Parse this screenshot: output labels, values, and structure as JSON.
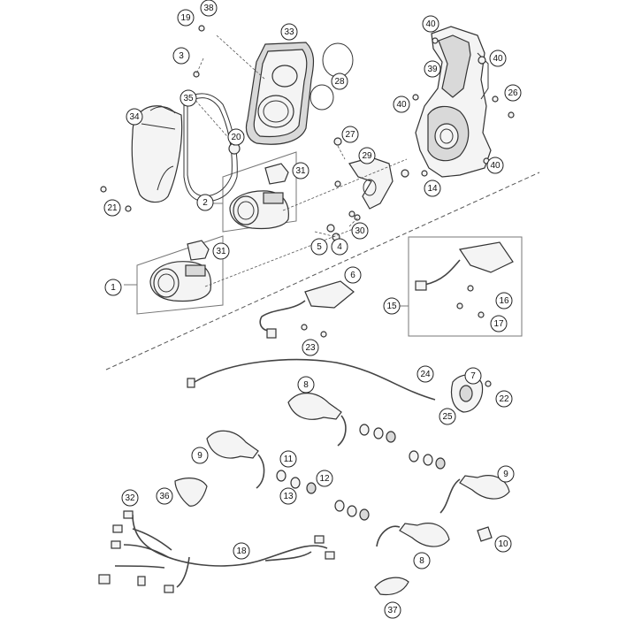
{
  "callouts": [
    {
      "id": "19",
      "label": "19"
    },
    {
      "id": "38",
      "label": "38"
    },
    {
      "id": "33",
      "label": "33"
    },
    {
      "id": "40a",
      "label": "40"
    },
    {
      "id": "3",
      "label": "3"
    },
    {
      "id": "39",
      "label": "39"
    },
    {
      "id": "40b",
      "label": "40"
    },
    {
      "id": "28",
      "label": "28"
    },
    {
      "id": "35",
      "label": "35"
    },
    {
      "id": "26",
      "label": "26"
    },
    {
      "id": "40c",
      "label": "40"
    },
    {
      "id": "34",
      "label": "34"
    },
    {
      "id": "20",
      "label": "20"
    },
    {
      "id": "27",
      "label": "27"
    },
    {
      "id": "31a",
      "label": "31"
    },
    {
      "id": "29",
      "label": "29"
    },
    {
      "id": "40d",
      "label": "40"
    },
    {
      "id": "21",
      "label": "21"
    },
    {
      "id": "2",
      "label": "2"
    },
    {
      "id": "14",
      "label": "14"
    },
    {
      "id": "30",
      "label": "30"
    },
    {
      "id": "5",
      "label": "5"
    },
    {
      "id": "4",
      "label": "4"
    },
    {
      "id": "31b",
      "label": "31"
    },
    {
      "id": "6",
      "label": "6"
    },
    {
      "id": "1",
      "label": "1"
    },
    {
      "id": "16",
      "label": "16"
    },
    {
      "id": "15",
      "label": "15"
    },
    {
      "id": "17",
      "label": "17"
    },
    {
      "id": "23",
      "label": "23"
    },
    {
      "id": "24",
      "label": "24"
    },
    {
      "id": "7",
      "label": "7"
    },
    {
      "id": "8a",
      "label": "8"
    },
    {
      "id": "22",
      "label": "22"
    },
    {
      "id": "25",
      "label": "25"
    },
    {
      "id": "9a",
      "label": "9"
    },
    {
      "id": "11",
      "label": "11"
    },
    {
      "id": "9b",
      "label": "9"
    },
    {
      "id": "12",
      "label": "12"
    },
    {
      "id": "32",
      "label": "32"
    },
    {
      "id": "36",
      "label": "36"
    },
    {
      "id": "13",
      "label": "13"
    },
    {
      "id": "10",
      "label": "10"
    },
    {
      "id": "18",
      "label": "18"
    },
    {
      "id": "8b",
      "label": "8"
    },
    {
      "id": "37",
      "label": "37"
    }
  ]
}
